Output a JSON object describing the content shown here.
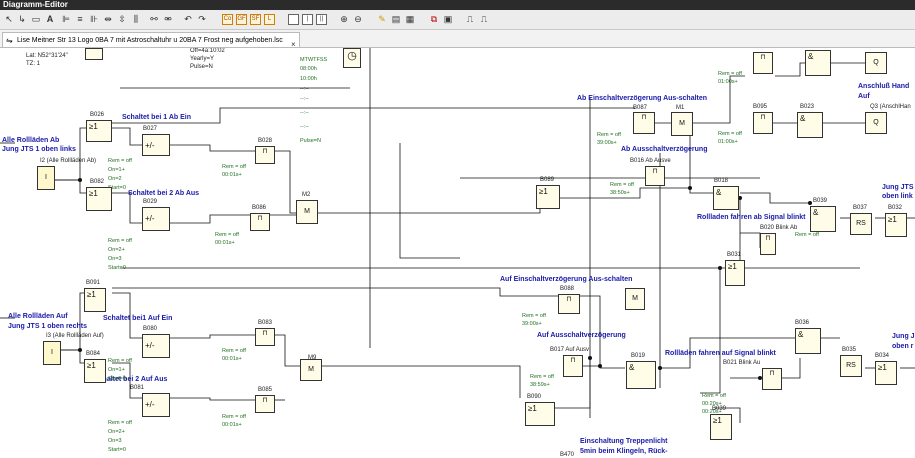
{
  "window": {
    "title": "Diagramm-Editor"
  },
  "toolbar": {
    "icons": [
      "select-arrow",
      "connect-arrow",
      "group",
      "text-A",
      "align-left",
      "align-center",
      "align-right",
      "dist-h",
      "dist-v",
      "link",
      "unlink",
      "undo",
      "redo",
      "co",
      "gf",
      "sf",
      "l",
      "layout-single",
      "layout-split",
      "layout-quad",
      "zoom-in",
      "zoom-out",
      "highlight",
      "sim-1",
      "sim-2",
      "sim-3",
      "sim-4",
      "sim-5",
      "sim-6"
    ],
    "tool_labels": {
      "co": "Co",
      "gf": "GF",
      "sf": "SF",
      "l": "L"
    }
  },
  "tab": {
    "label": "Lise Meitner Str 13 Logo 0BA 7 mit Astroschaltuhr u 20BA 7 Frost neg aufgehoben.lsc",
    "close": "×"
  },
  "texts": {
    "lat": "Lat: N52°31'24\"",
    "tz": "TZ: 1",
    "on_off_date": "Off=4a:10:02",
    "yearly": "Yearly=Y",
    "pulse": "Pulse=N",
    "mtwtfss": "MTWTFSS",
    "t0800": "08:00h",
    "t1000": "10:00h",
    "dots1": "--:--",
    "dots2": "--:--",
    "dots3": "--:--",
    "dots4": "--:--",
    "pulseN": "Pulse=N"
  },
  "blue_labels": {
    "alle_ab": "Alle Rollläden Ab",
    "jung_oben_links": "Jung JTS 1 oben links",
    "schaltet_1_ab_ein": "Schaltet bei 1 Ab Ein",
    "schaltet_2_ab_aus": "Schaltet bei 2 Ab Aus",
    "ab_einschalt": "Ab Einschaltverzögerung Aus-schalten",
    "ab_ausschalt": "Ab Ausschaltverzögerung",
    "anschluss_hand": "Anschluß Hand",
    "auf": "Auf",
    "jung_jts_right": "Jung JTS",
    "oben_links_r": "oben link",
    "rollladen_ab_signal": "Rollladen fahren ab Signal blinkt",
    "alle_auf": "Alle Rollläden Auf",
    "jung_oben_rechts": "Jung JTS 1 oben rechts",
    "schaltet_1_auf_ein": "Schaltet bei1 Auf Ein",
    "schaltet_2_auf_aus": "Schaltet bei 2 Auf Aus",
    "auf_einschalt": "Auf Einschaltverzögerung Aus-schalten",
    "auf_ausschalt": "Auf Ausschaltverzögerung",
    "rollladen_auf_signal": "Rollläden fahren auf Signal blinkt",
    "jung_j_r2": "Jung J",
    "oben_r_r2": "oben r",
    "treppenlicht": "Einschaltung Treppenlicht",
    "treppenlicht2": "5min beim Klingeln, Rück-"
  },
  "blocks": {
    "B026": "B026",
    "B027": "B027",
    "B028": "B028",
    "B082": "B082",
    "B029": "B029",
    "B086": "B086",
    "M2": "M2",
    "B087": "B087",
    "M1": "M1",
    "B095": "B095",
    "B023": "B023",
    "B016": "B016 Ab Ausve",
    "B018": "B018",
    "B089": "B089",
    "B020": "B020 Blink Ab",
    "B039": "B039",
    "B037": "B037",
    "B032": "B032",
    "B031": "B031",
    "Q3": "Q3 (AnschlHan",
    "B091": "B091",
    "B080": "B080",
    "B083": "B083",
    "B084": "B084",
    "B081": "B081",
    "B085": "B085",
    "M9": "M9",
    "B088": "B088",
    "B017": "B017 Auf Ausv",
    "B019": "B019",
    "B090": "B090",
    "B021": "B021 Blink Au",
    "B036": "B036",
    "B035": "B035",
    "B034": "B034",
    "B039b": "B039",
    "B070": "B470",
    "I2": "I2 (Alle Rollläden Ab)",
    "I3": "I3 (Alle Rollläden Auf)"
  },
  "green": {
    "rem1": "Rem = off",
    "on1": "On=1+",
    "on2": "On=2",
    "start0": "Start=0",
    "rem2": "Rem = off",
    "t2": "00:01s+",
    "rem3": "Rem = off",
    "on2b": "On=2+",
    "on3": "On=3",
    "start0b": "Start=0",
    "rem4": "Rem = off",
    "t4": "00:01s+",
    "rem5": "Rem = off",
    "t5": "39:00s+",
    "rem6": "Rem = off",
    "t6": "38:50s+",
    "rem7": "Rem = off",
    "t7": "01:00s+",
    "rem8": "Rem = off",
    "t8": "01:00s+",
    "rem9": "Rem = off",
    "t9": "00:01s+",
    "rem10": "Rem = off",
    "t10": "39:00s+",
    "rem11": "Rem = off",
    "t11": "38:59s+",
    "rem12": "Rem = off",
    "on12": "On=1+",
    "on12b": "On=2",
    "start12": "Start=0",
    "rem13": "Rem = off",
    "t13": "00:01s+",
    "rem14": "Rem = off",
    "on14": "On=2+",
    "on14b": "On=3",
    "start14": "Start=0",
    "rem15": "Rem = off",
    "t15": "00:01s+",
    "rem16": "Rem = off",
    "t16": "00:20s+",
    "t16b": "00:20s+"
  },
  "symbols": {
    "ge1": "≥1",
    "and": "&",
    "pm": "+/-",
    "I": "I",
    "M": "M",
    "Q": "Q",
    "RS": "RS"
  }
}
